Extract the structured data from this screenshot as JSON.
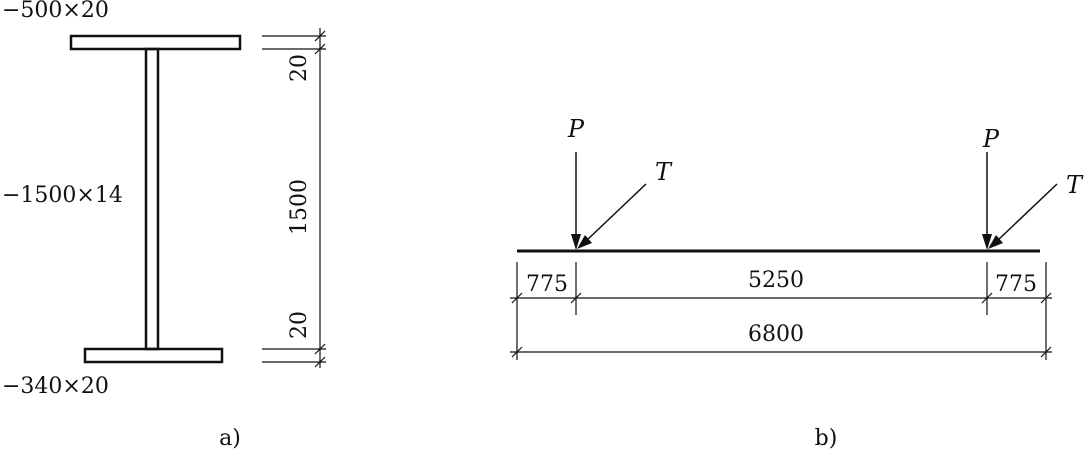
{
  "figure_a": {
    "top_flange_label": "−500×20",
    "web_label": "−1500×14",
    "bottom_flange_label": "−340×20",
    "dim_top_flange": "20",
    "dim_web": "1500",
    "dim_bottom_flange": "20",
    "caption": "a)"
  },
  "figure_b": {
    "load_left_p": "P",
    "load_left_t": "T",
    "load_right_p": "P",
    "load_right_t": "T",
    "dim_left": "775",
    "dim_middle": "5250",
    "dim_right": "775",
    "dim_total": "6800",
    "caption": "b)"
  },
  "colors": {
    "line": "#111111",
    "background": "#ffffff"
  }
}
